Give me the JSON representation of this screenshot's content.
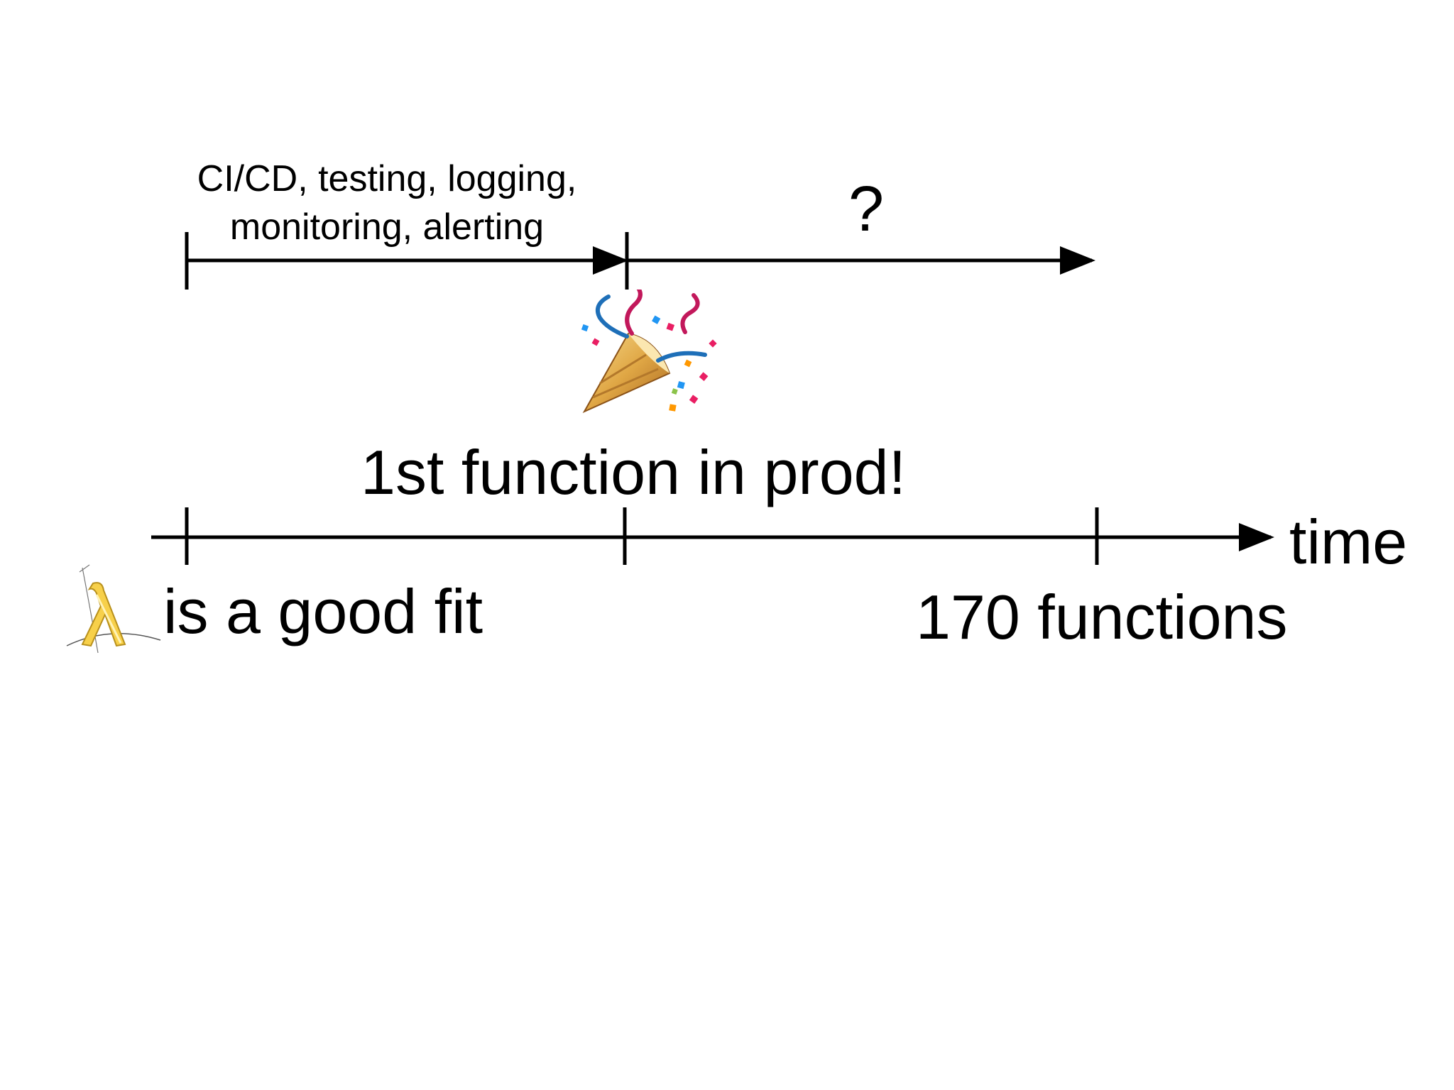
{
  "top_timeline": {
    "phase1_label_lines": [
      "CI/CD, testing, logging,",
      "monitoring, alerting"
    ],
    "phase2_label": "?"
  },
  "milestone": {
    "label": "1st function in prod!",
    "icon": "party-popper-icon"
  },
  "bottom_timeline": {
    "axis_label": "time",
    "start_label": "is a good fit",
    "start_icon": "lambda-icon",
    "end_label": "170 functions"
  },
  "colors": {
    "line": "#000000",
    "lambda": "#f2c94c"
  }
}
